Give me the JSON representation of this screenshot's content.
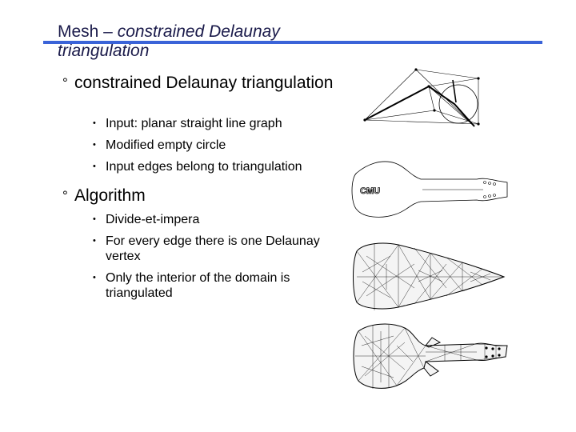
{
  "title": {
    "part1": "Mesh – ",
    "part2": "constrained Delaunay",
    "part3": "triangulation"
  },
  "bullets": {
    "b1": {
      "marker": "°",
      "text": "constrained Delaunay triangulation",
      "sub": [
        {
          "marker": "•",
          "text": "Input: planar straight line graph"
        },
        {
          "marker": "•",
          "text": "Modified empty circle"
        },
        {
          "marker": "•",
          "text": "Input edges belong to triangulation"
        }
      ]
    },
    "b2": {
      "marker": "°",
      "text": "Algorithm",
      "sub": [
        {
          "marker": "•",
          "text": "Divide-et-impera"
        },
        {
          "marker": "•",
          "text": "For every edge there is one Delaunay vertex"
        },
        {
          "marker": "•",
          "text": "Only the interior of the domain is triangulated"
        }
      ]
    }
  },
  "figures": {
    "guitar_label": "CMU"
  },
  "colors": {
    "title_text": "#1a1a4a",
    "title_rule": "#3a63d8"
  }
}
